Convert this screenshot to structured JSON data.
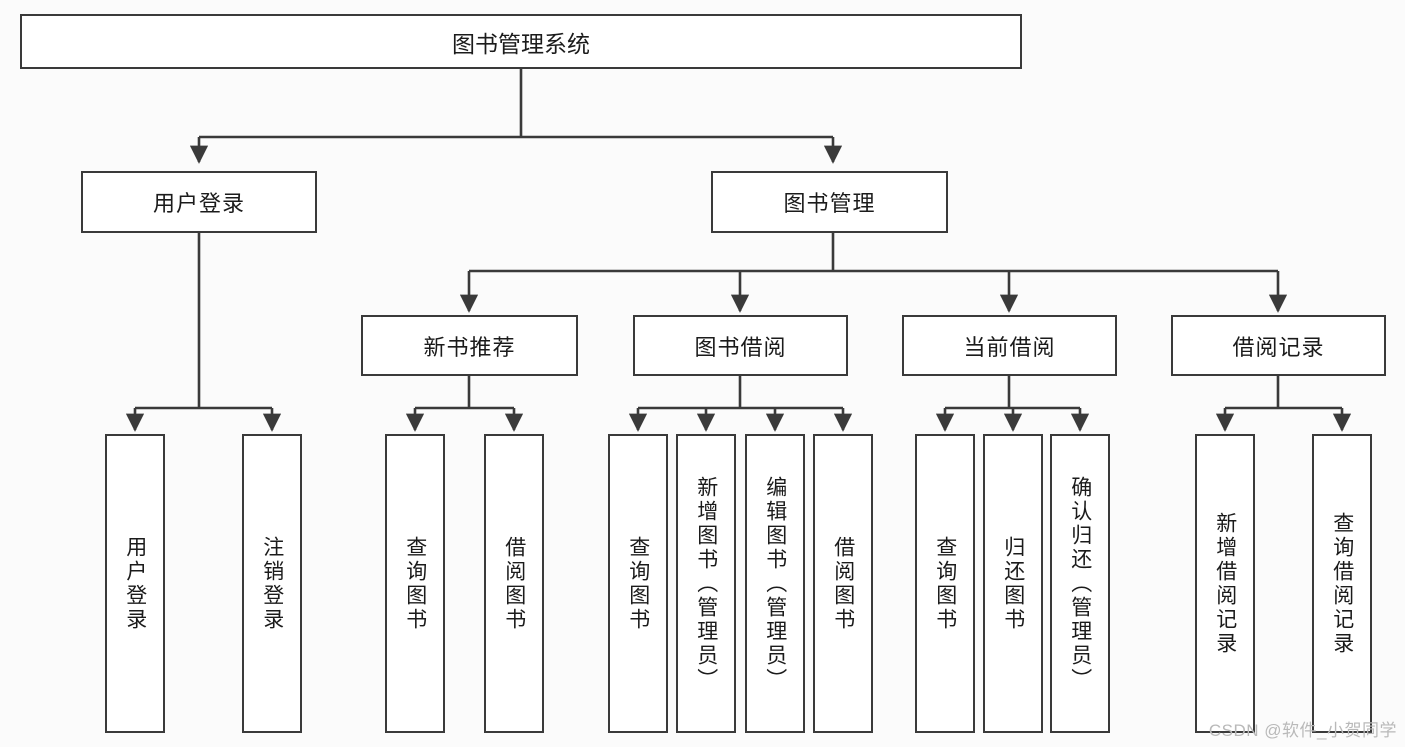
{
  "diagram": {
    "title": "图书管理系统",
    "type": "tree-hierarchy-diagram",
    "colors": {
      "background": "#fbfbfb",
      "node_fill": "#ffffff",
      "node_border": "#3a3a3a",
      "connector": "#3a3a3a",
      "text": "#1b1b1b",
      "watermark": "#b9b9b9"
    },
    "root": {
      "label": "图书管理系统"
    },
    "level1": [
      {
        "id": "user-login",
        "label": "用户登录"
      },
      {
        "id": "book-management",
        "label": "图书管理"
      }
    ],
    "level2": [
      {
        "id": "new-book-recommend",
        "label": "新书推荐",
        "parent": "book-management"
      },
      {
        "id": "book-borrow",
        "label": "图书借阅",
        "parent": "book-management"
      },
      {
        "id": "current-borrow",
        "label": "当前借阅",
        "parent": "book-management"
      },
      {
        "id": "borrow-record",
        "label": "借阅记录",
        "parent": "book-management"
      }
    ],
    "leaves": [
      {
        "id": "leaf-user-login",
        "label": "用户登录",
        "parent": "user-login"
      },
      {
        "id": "leaf-logout-login",
        "label": "注销登录",
        "parent": "user-login"
      },
      {
        "id": "leaf-query-book-1",
        "label": "查询图书",
        "parent": "new-book-recommend"
      },
      {
        "id": "leaf-borrow-book-1",
        "label": "借阅图书",
        "parent": "new-book-recommend"
      },
      {
        "id": "leaf-query-book-2",
        "label": "查询图书",
        "parent": "book-borrow"
      },
      {
        "id": "leaf-add-book",
        "label": "新增图书（管理员）",
        "parent": "book-borrow"
      },
      {
        "id": "leaf-edit-book",
        "label": "编辑图书（管理员）",
        "parent": "book-borrow"
      },
      {
        "id": "leaf-borrow-book-2",
        "label": "借阅图书",
        "parent": "book-borrow"
      },
      {
        "id": "leaf-query-book-3",
        "label": "查询图书",
        "parent": "current-borrow"
      },
      {
        "id": "leaf-return-book",
        "label": "归还图书",
        "parent": "current-borrow"
      },
      {
        "id": "leaf-confirm-return",
        "label": "确认归还（管理员）",
        "parent": "current-borrow"
      },
      {
        "id": "leaf-add-record",
        "label": "新增借阅记录",
        "parent": "borrow-record"
      },
      {
        "id": "leaf-query-record",
        "label": "查询借阅记录",
        "parent": "borrow-record"
      }
    ],
    "watermark": "CSDN @软件_小贺同学"
  }
}
